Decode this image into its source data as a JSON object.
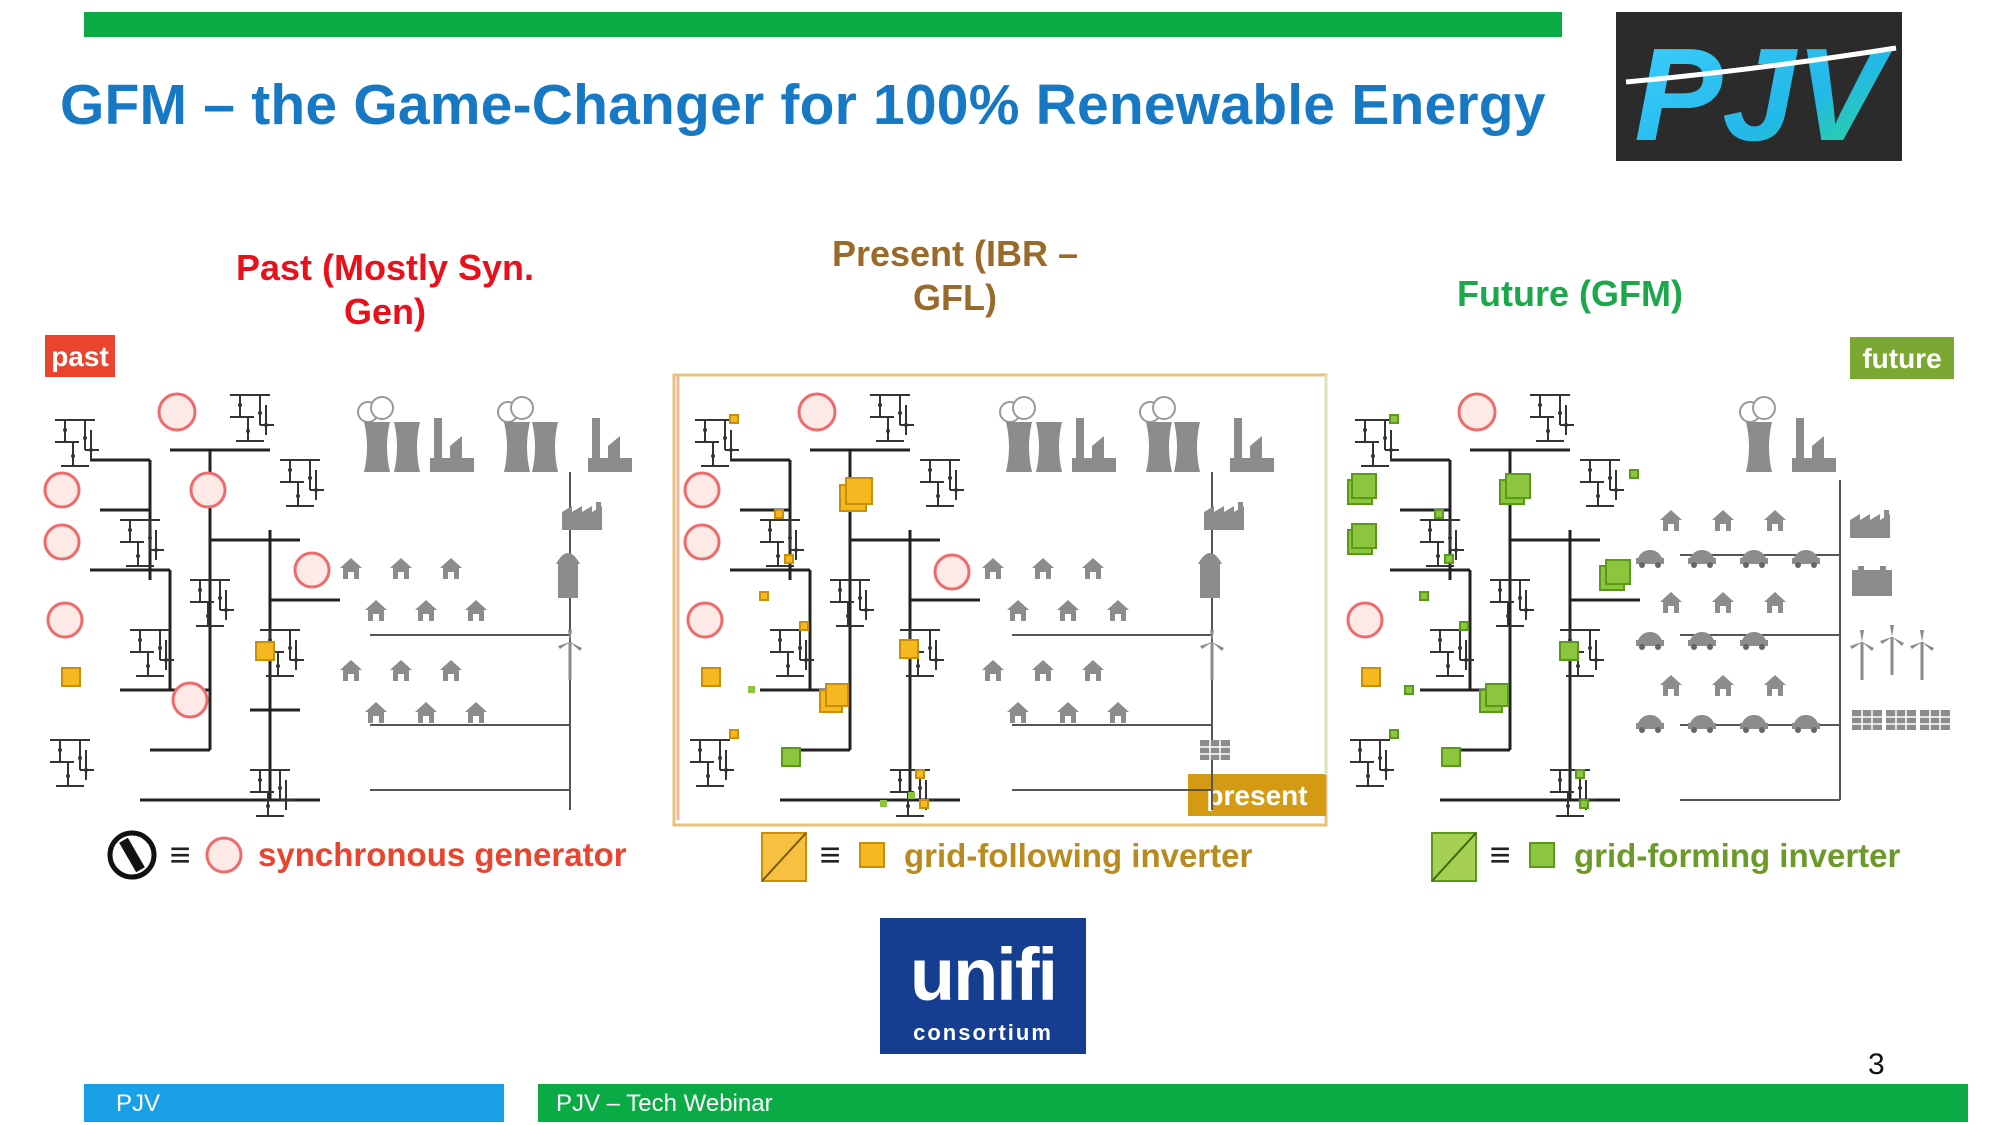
{
  "header": {
    "title": "GFM – the Game-Changer for 100% Renewable Energy",
    "logo_text": "PJV"
  },
  "columns": {
    "past": {
      "heading_line1": "Past (Mostly Syn.",
      "heading_line2": "Gen)"
    },
    "present": {
      "heading_line1": "Present (IBR –",
      "heading_line2": "GFL)"
    },
    "future": {
      "heading_line1": "Future (GFM)"
    }
  },
  "figure": {
    "era_tags": {
      "past": "past",
      "present": "present",
      "future": "future"
    },
    "legend": {
      "synchronous": "synchronous generator",
      "grid_following": "grid-following inverter",
      "grid_forming": "grid-forming inverter",
      "equiv_symbol": "≡"
    }
  },
  "unifi_logo": {
    "word": "unifi",
    "sub": "consortium"
  },
  "page_number": "3",
  "footer": {
    "left": "PJV",
    "right": "PJV – Tech Webinar"
  },
  "colors": {
    "title_blue": "#1778c4",
    "bar_green": "#0aaa45",
    "footer_blue": "#1aa0e6",
    "past_red": "#e8101a",
    "present_brown": "#9a6a2a",
    "future_green": "#1aa84a",
    "gfl_orange": "#f6b820",
    "gfm_green": "#8cc63f",
    "syn_pink": "#ef6b6b",
    "unifi_navy": "#153e91"
  }
}
